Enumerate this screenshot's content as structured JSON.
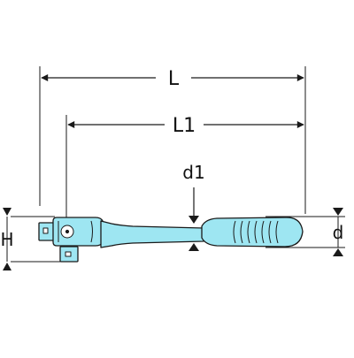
{
  "labels": {
    "overall_length": "L",
    "head_to_handle_length": "L1",
    "shaft_diameter": "d1",
    "head_height": "H",
    "handle_diameter": "d"
  },
  "colors": {
    "tool_fill": "#9ee6f2",
    "outline": "#1a1a1a",
    "dimension_line": "#1a1a1a",
    "background": "#ffffff"
  },
  "subject": "ratchet-wrench-dimension-diagram"
}
